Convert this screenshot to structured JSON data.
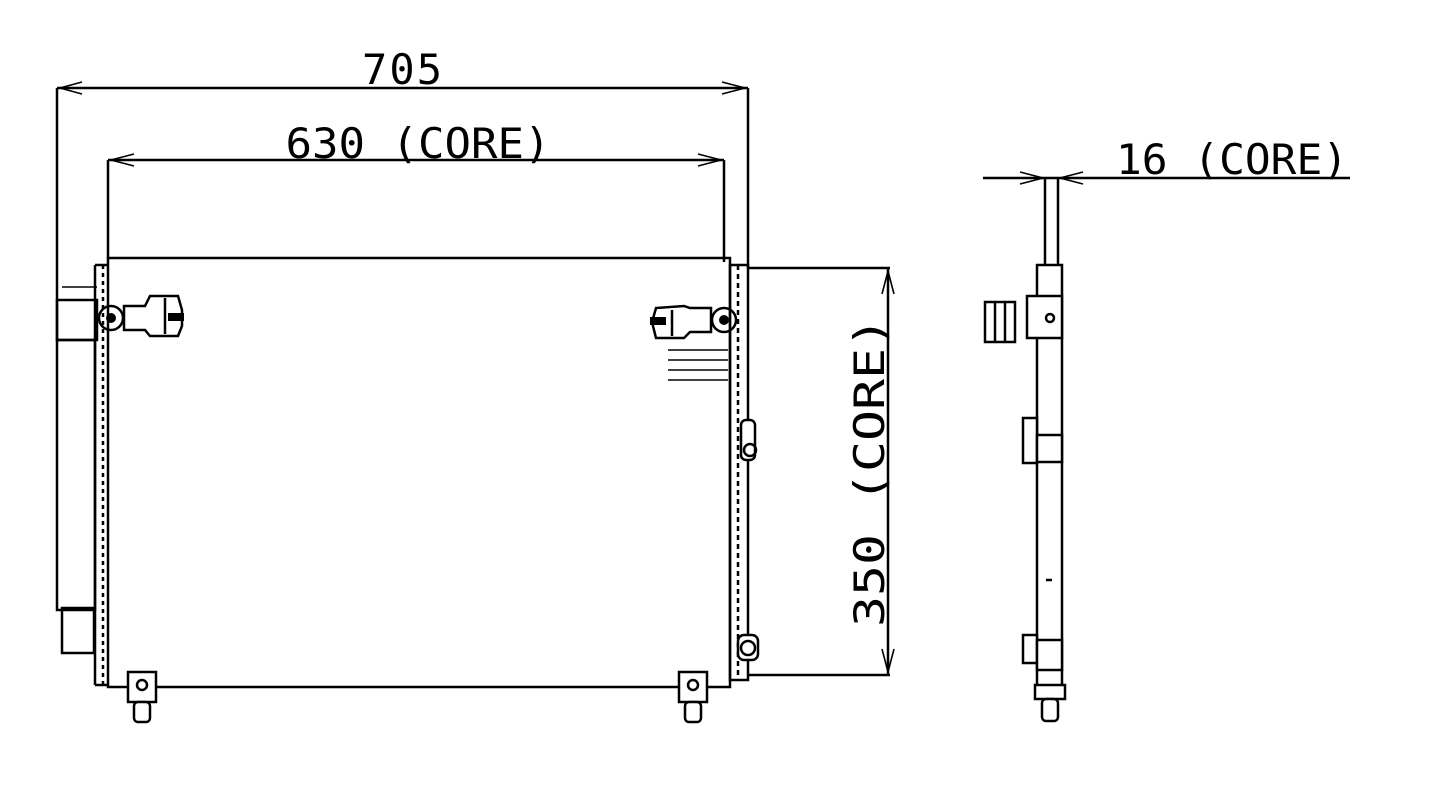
{
  "drawing": {
    "overall_width_label": "705",
    "core_width_label": "630 (CORE)",
    "core_height_label": "350 (CORE)",
    "core_depth_label": "16 (CORE)",
    "line_color": "#000000",
    "background_color": "#ffffff"
  }
}
